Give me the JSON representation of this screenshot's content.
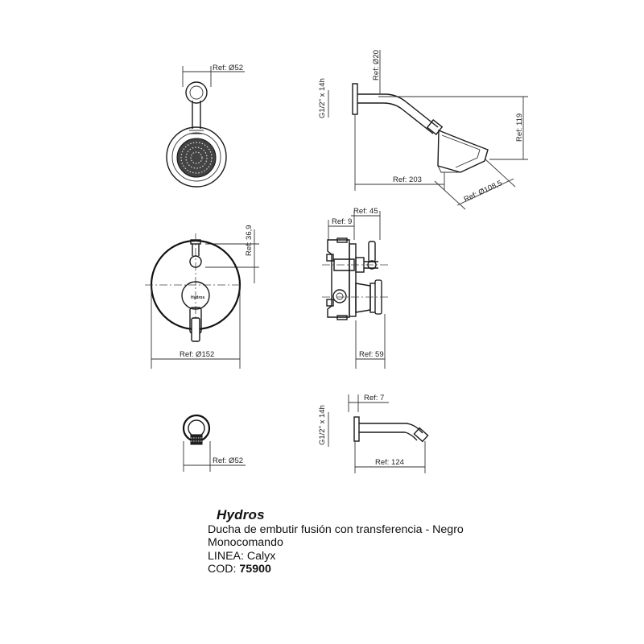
{
  "dimensions": {
    "head_front_diameter": "Ref: Ø52",
    "side_inlet_diameter": "Ref: Ø20",
    "side_thread_top": "G1/2\" x 14h",
    "side_height": "Ref: 119",
    "side_length": "Ref: 203",
    "side_head_diameter": "Ref: Ø108,5",
    "plate_offset": "Ref: 36,9",
    "plate_diameter": "Ref: Ø152",
    "valve_offset_small": "Ref: 9",
    "valve_offset_large": "Ref: 45",
    "valve_depth": "Ref: 59",
    "spout_front_diameter": "Ref: Ø52",
    "spout_offset": "Ref: 7",
    "spout_thread": "G1/2\" x 14h",
    "spout_length": "Ref: 124"
  },
  "product": {
    "brand": "Hydros",
    "description": "Ducha de embutir fusión con transferencia - Negro",
    "type": "Monocomando",
    "line": "LINEA: Calyx",
    "code_label": "COD:",
    "code_value": "75900"
  }
}
